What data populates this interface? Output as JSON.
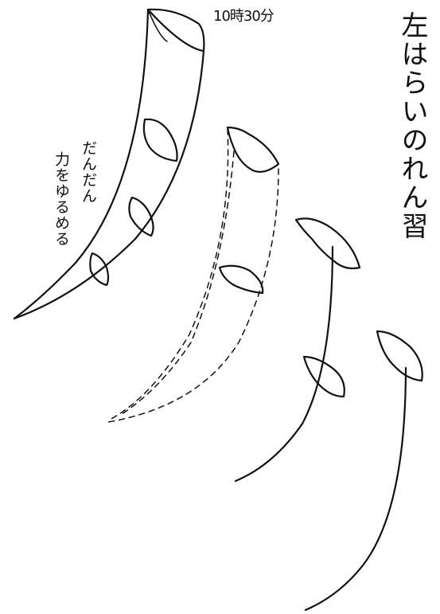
{
  "worksheet": {
    "time_note": "10時30分",
    "title": "左はらいのれん習",
    "hint_line_1": "だんだん",
    "hint_line_2": "力をゆるめる"
  },
  "colors": {
    "ink": "#111111",
    "paper": "#ffffff"
  }
}
